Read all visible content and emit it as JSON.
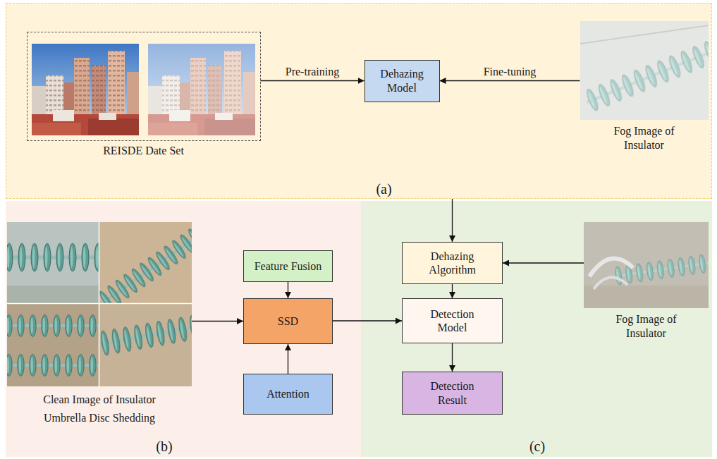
{
  "diagram": {
    "nodes": [
      {
        "text": [
          "(a)"
        ]
      },
      {
        "text": [
          "REISDE Date Set"
        ],
        "in": 0
      },
      {
        "text": [
          "Dehazing Model"
        ],
        "in": 0
      },
      {
        "text": [
          "Fog Image of Insulator"
        ],
        "in": 0
      },
      {
        "text": [
          "(b)"
        ]
      },
      {
        "text": [
          "Clean Image of Insulator Umbrella Disc Shedding"
        ],
        "in": 4
      },
      {
        "text": [
          "Feature Fusion"
        ],
        "in": 4
      },
      {
        "text": [
          "SSD"
        ],
        "in": 4
      },
      {
        "text": [
          "Attention"
        ],
        "in": 4
      },
      {
        "text": [
          "(c)"
        ]
      },
      {
        "text": [
          "Dehazing Algorithm"
        ],
        "in": 9
      },
      {
        "text": [
          "Detection Model"
        ],
        "in": 9
      },
      {
        "text": [
          "Fog Image of Insulator"
        ],
        "in": 9
      },
      {
        "text": [
          "Detection Result"
        ],
        "in": 9
      }
    ],
    "edges": [
      {
        "from": 1,
        "to": 2,
        "label": "Pre-training",
        "arrow": "to"
      },
      {
        "from": 3,
        "to": 2,
        "label": "Fine-tuning",
        "arrow": "to"
      },
      {
        "from": 0,
        "to": 10,
        "arrow": "to"
      },
      {
        "from": 5,
        "to": 7,
        "arrow": "to"
      },
      {
        "from": 6,
        "to": 7,
        "arrow": "to"
      },
      {
        "from": 8,
        "to": 7,
        "arrow": "to"
      },
      {
        "from": 7,
        "to": 11,
        "arrow": "to"
      },
      {
        "from": 10,
        "to": 11,
        "arrow": "to"
      },
      {
        "from": 12,
        "to": 10,
        "arrow": "to"
      },
      {
        "from": 11,
        "to": 13,
        "arrow": "to"
      }
    ]
  }
}
